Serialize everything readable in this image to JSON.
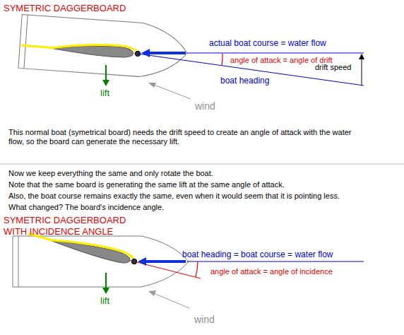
{
  "diagram": {
    "labels": [
      "SYMETRIC DAGGERBOARD",
      "actual boat course = water flow",
      "angle of attack = angle of drift",
      "drift speed",
      "boat heading",
      "lift",
      "wind",
      "This normal boat (symetrical board) needs the drift speed to create an angle of attack with the water flow, so the board can generate the necessary lift.",
      "Now we keep everything the same and only rotate the boat.",
      "Note that the same board is generating the same lift at the same angle of attack.",
      "Also, the boat course remains exactly the same, even when it would seem that it is pointing less.",
      "What changed? The board's incidence angle.",
      "SYMETRIC DAGGERBOARD",
      "WITH INCIDENCE ANGLE",
      "boat heading = boat course = water flow",
      "angle of attack = angle of incidence",
      "lift",
      "wind"
    ]
  }
}
